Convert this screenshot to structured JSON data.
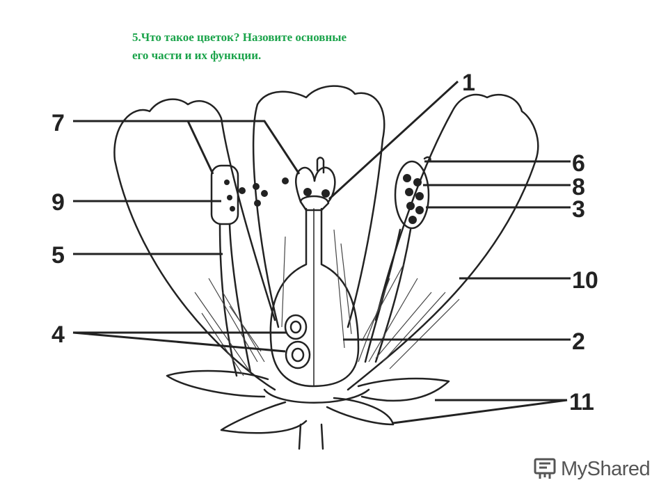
{
  "question": {
    "line1": "5.Что такое цветок? Назовите основные",
    "line2": "его части и их функции."
  },
  "labels": {
    "n1": "1",
    "n2": "2",
    "n3": "3",
    "n4": "4",
    "n5": "5",
    "n6": "6",
    "n7": "7",
    "n8": "8",
    "n9": "9",
    "n10": "10",
    "n11": "11"
  },
  "logo": {
    "text": "MyShared",
    "icon": "presentation-board-icon"
  },
  "colors": {
    "question_text": "#1aa34a",
    "line_art": "#222222",
    "logo": "#555555"
  }
}
